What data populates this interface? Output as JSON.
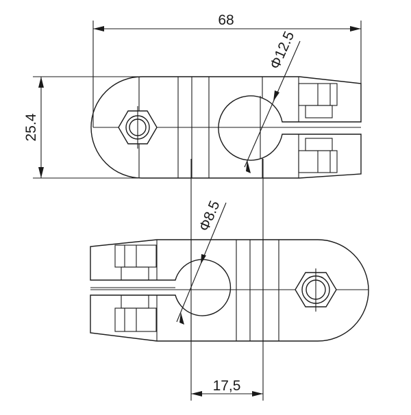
{
  "dimensions": {
    "overall_length": "68",
    "height": "25.4",
    "large_bore_diameter": "Φ12.5",
    "small_bore_diameter": "Φ8.5",
    "hole_spacing": "17,5"
  },
  "colors": {
    "line": "#1a1a1a",
    "background": "#ffffff"
  }
}
